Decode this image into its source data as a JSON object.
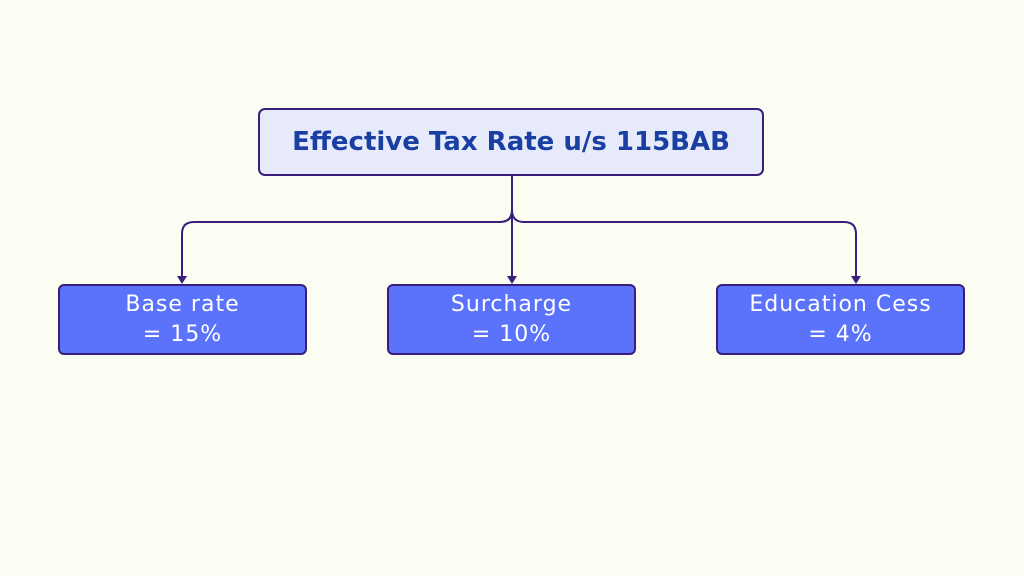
{
  "diagram": {
    "root": {
      "title": "Effective Tax Rate u/s 115BAB"
    },
    "children": [
      {
        "label": "Base rate",
        "value": "= 15%"
      },
      {
        "label": "Surcharge",
        "value": "= 10%"
      },
      {
        "label": "Education Cess",
        "value": "= 4%"
      }
    ],
    "colors": {
      "background": "#fbfdf3",
      "root_fill": "#e6eafa",
      "root_text": "#1a3fa3",
      "child_fill": "#5b72fb",
      "child_text": "#ffffff",
      "border_and_connector": "#3a1f7a"
    }
  }
}
